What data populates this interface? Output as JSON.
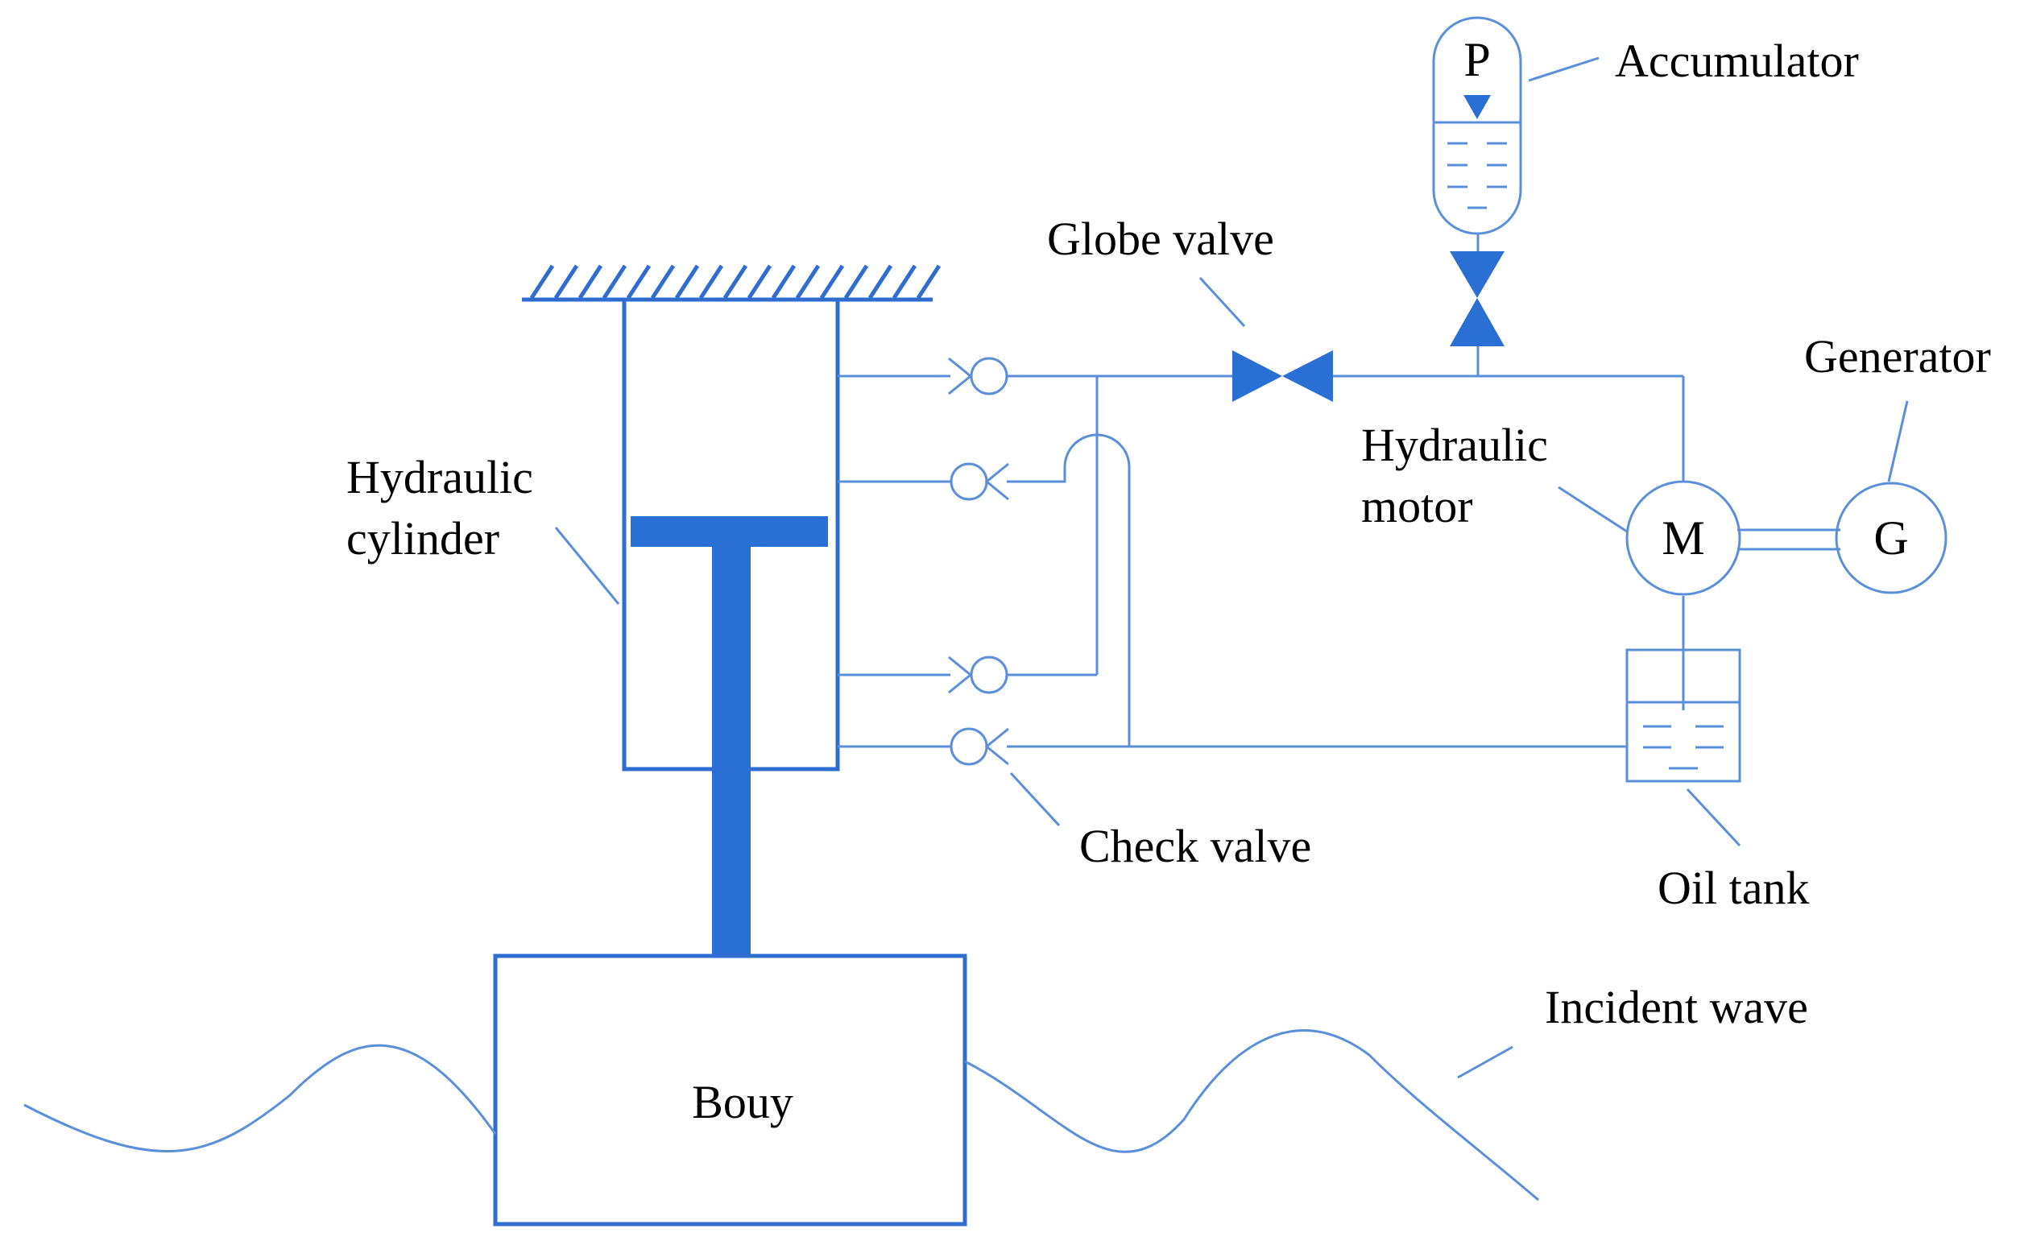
{
  "labels": {
    "accumulator": "Accumulator",
    "globe_valve": "Globe valve",
    "generator": "Generator",
    "hydraulic_motor_line1": "Hydraulic",
    "hydraulic_motor_line2": "motor",
    "hydraulic_cylinder_line1": "Hydraulic",
    "hydraulic_cylinder_line2": "cylinder",
    "check_valve": "Check valve",
    "oil_tank": "Oil tank",
    "incident_wave": "Incident wave",
    "buoy": "Bouy"
  },
  "symbols": {
    "accumulator_letter": "P",
    "motor_letter": "M",
    "generator_letter": "G"
  },
  "colors": {
    "line": "#5b8fd9",
    "fill": "#2a6fd4"
  }
}
